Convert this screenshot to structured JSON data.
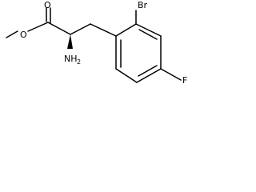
{
  "molecule": {
    "atom_labels": {
      "carbonyl_oxygen": "O",
      "ester_oxygen": "O",
      "amine": "NH",
      "amine_subscript": "2",
      "bromine": "Br",
      "fluorine": "F"
    },
    "colors": {
      "bond": "#000000",
      "text": "#000000",
      "background": "#ffffff"
    }
  }
}
